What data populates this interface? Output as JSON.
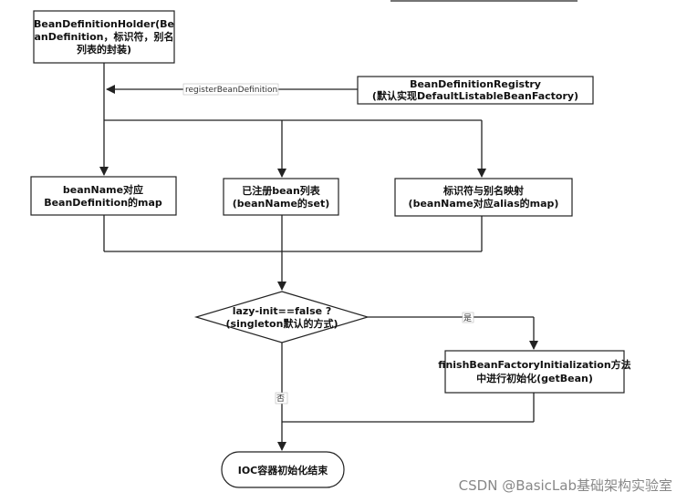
{
  "nodes": {
    "holder": [
      "BeanDefinitionHolder(Be",
      "anDefinition，标识符，别名",
      "列表的封装)"
    ],
    "registry": [
      "BeanDefinitionRegistry",
      "(默认实现DefaultListableBeanFactory)"
    ],
    "map": [
      "beanName对应",
      "BeanDefinition的map"
    ],
    "set": [
      "已注册bean列表",
      "(beanName的set)"
    ],
    "alias": [
      "标识符与别名映射",
      "(beanName对应alias的map)"
    ],
    "decision": [
      "lazy-init==false ?",
      "(singleton默认的方式)"
    ],
    "finish": [
      "finishBeanFactoryInitialization方法",
      "中进行初始化(getBean)"
    ],
    "end": [
      "IOC容器初始化结束"
    ]
  },
  "edges": {
    "register_label": "registerBeanDefinition",
    "yes_label": "是",
    "no_label": "否"
  },
  "watermark": "CSDN @BasicLab基础架构实验室",
  "colors": {
    "stroke": "#222222",
    "text": "#111111",
    "watermark": "#888888"
  }
}
